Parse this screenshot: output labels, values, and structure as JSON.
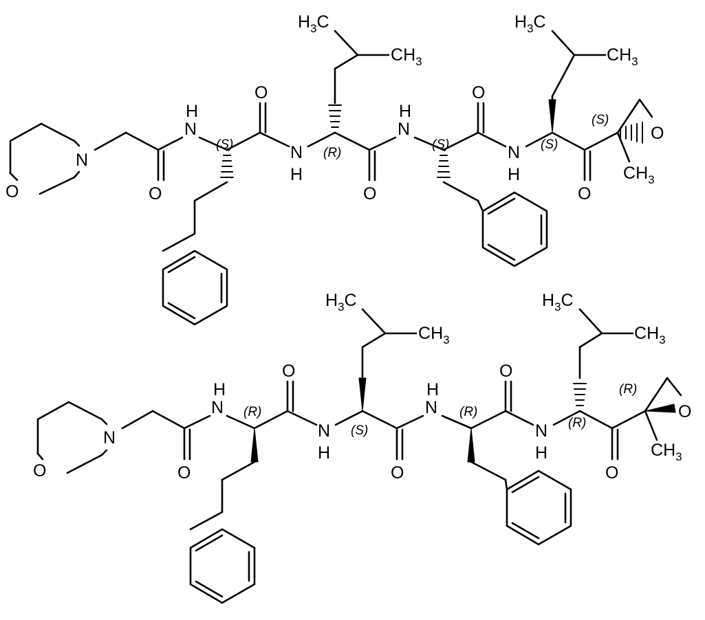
{
  "figure": {
    "background_color": "#ffffff",
    "ink_color": "#000000"
  },
  "labels": {
    "O": "O",
    "N": "N",
    "H": "H",
    "H3": "H",
    "C": "C",
    "sub3": "3",
    "S": "(S)",
    "R": "(R)"
  },
  "molecules": [
    {
      "stereo_sequence": [
        "(S)",
        "(R)",
        "(S)",
        "(S)",
        "(S)"
      ]
    },
    {
      "stereo_sequence": [
        "(R)",
        "(S)",
        "(R)",
        "(R)",
        "(R)"
      ]
    }
  ]
}
